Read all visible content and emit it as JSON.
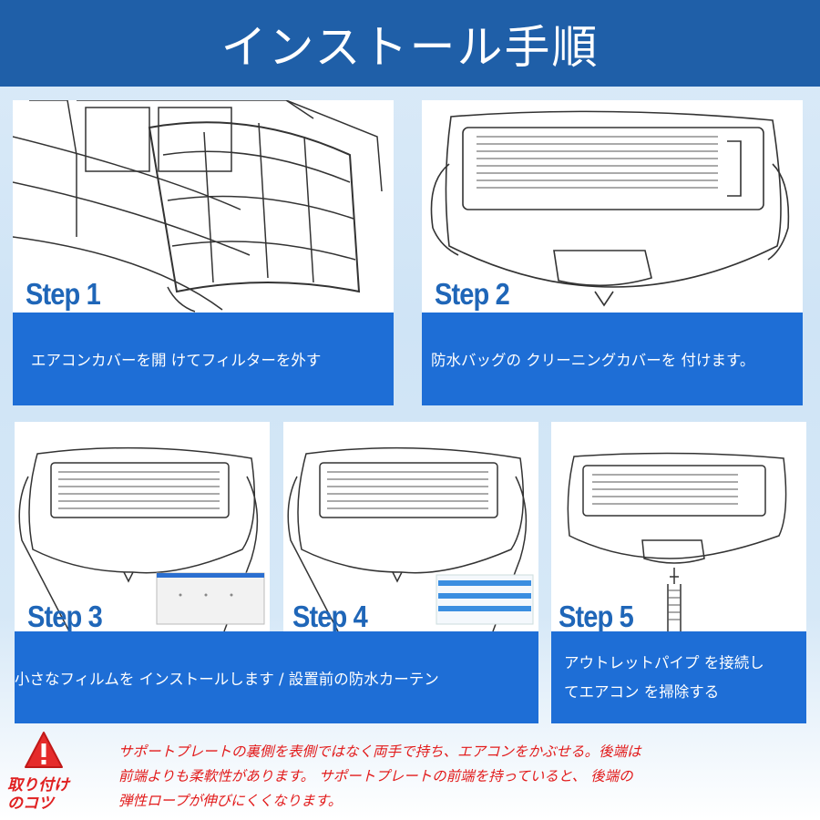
{
  "header": {
    "title": "インストール手順"
  },
  "steps": [
    {
      "label": "Step 1",
      "text": "エアコンカバーを開 けてフィルターを外す"
    },
    {
      "label": "Step 2",
      "text": "防水バッグの クリーニングカバーを 付けます。"
    },
    {
      "label": "Step 3",
      "text": "小さなフィルムを インストールします / 設置前の防水カーテン"
    },
    {
      "label": "Step 4",
      "text": ""
    },
    {
      "label": "Step 5",
      "text_line1": "アウトレットパイプ を接続し",
      "text_line2": "てエアコン を掃除する"
    }
  ],
  "tips": {
    "label_line1": "取り付け",
    "label_line2": "のコツ",
    "line1": "サポートプレートの裏側を表側ではなく両手で持ち、エアコンをかぶせる。後端は",
    "line2": "前端よりも柔軟性があります。 サポートプレートの前端を持っていると、 後端の",
    "line3": "弾性ロープが伸びにくくなります。"
  },
  "colors": {
    "header_bg": "#1f5fa8",
    "bar_bg": "#1e6ed6",
    "step_label": "#1f66b8",
    "tip_text": "#e21b1b"
  },
  "icons": [
    "warning-icon"
  ]
}
